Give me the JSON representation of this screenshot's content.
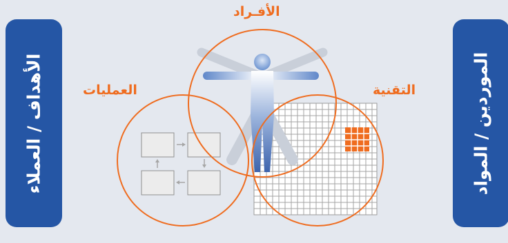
{
  "left_panel": {
    "label": "الأهداف / العملاء"
  },
  "right_panel": {
    "label": "الموردين / المواد"
  },
  "circles": {
    "people": {
      "label": "الأفـراد"
    },
    "processes": {
      "label": "العمليات"
    },
    "technology": {
      "label": "التقنية"
    }
  },
  "colors": {
    "panel": "#2556a5",
    "accent": "#ef6c1f",
    "background": "#e4e8ef"
  }
}
